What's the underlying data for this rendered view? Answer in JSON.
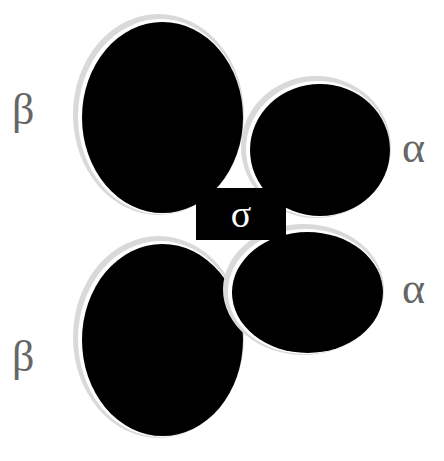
{
  "diagram": {
    "nodes": [
      {
        "text": [
          "β"
        ]
      },
      {
        "text": [
          "α"
        ]
      },
      {
        "text": [
          "σ"
        ]
      },
      {
        "text": [
          "β"
        ]
      },
      {
        "text": [
          "α"
        ]
      }
    ]
  }
}
